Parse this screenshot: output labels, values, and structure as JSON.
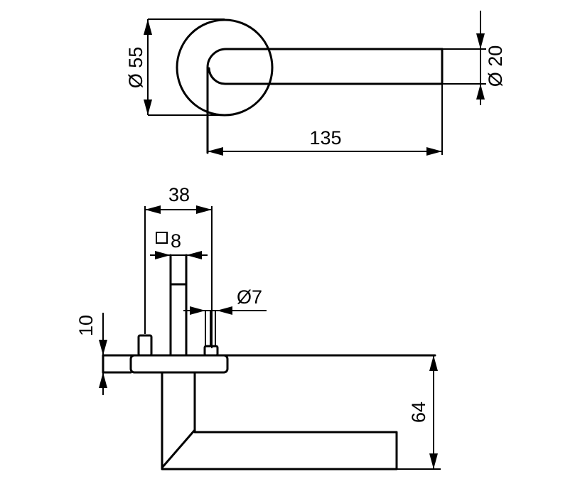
{
  "title": "Door lever handle technical drawing",
  "dimensions": {
    "rosette_diameter": "Ø 55",
    "lever_diameter": "Ø 20",
    "lever_length": "135",
    "rosette_width": "38",
    "square_spindle_symbol": "square",
    "square_spindle": "8",
    "screw_diameter": "Ø7",
    "rosette_height": "10",
    "lever_drop": "64"
  },
  "colors": {
    "line": "#000000",
    "background": "#ffffff"
  }
}
